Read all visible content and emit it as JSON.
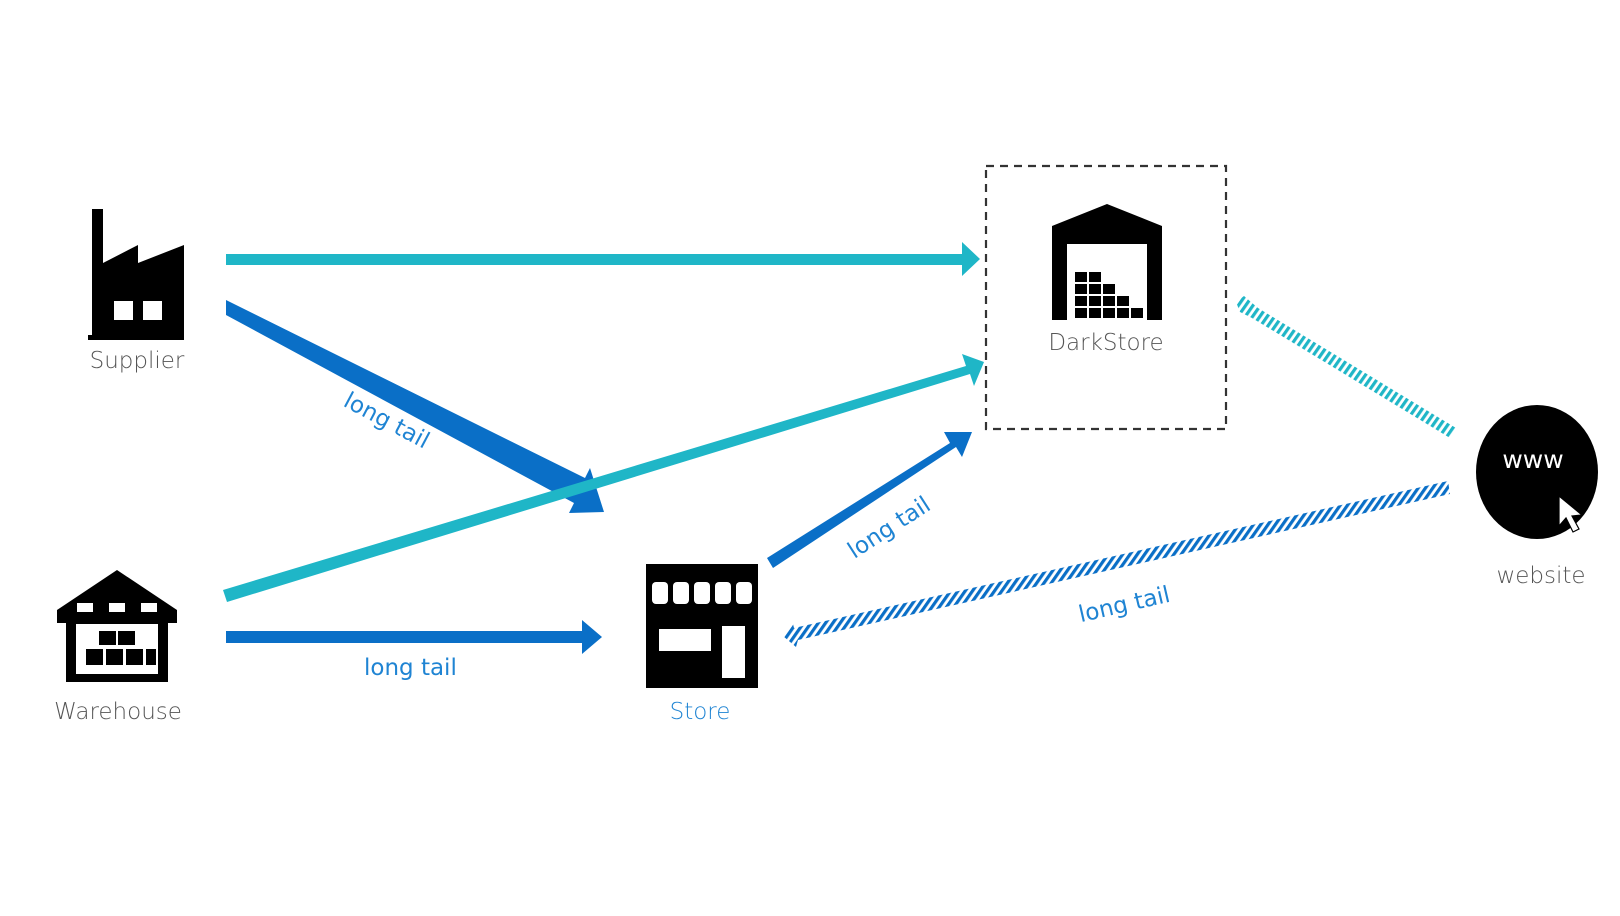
{
  "colors": {
    "primary_flow": "#1fb6c7",
    "long_tail_flow": "#0a6fc7",
    "icon": "#000000",
    "node_label": "#555555",
    "store_label": "#1f84d3",
    "edge_label": "#1f84d3",
    "container_border": "#333333"
  },
  "nodes": {
    "supplier": {
      "label": "Supplier",
      "icon": "factory-icon"
    },
    "warehouse": {
      "label": "Warehouse",
      "icon": "warehouse-boxes-icon"
    },
    "darkstore": {
      "label": "DarkStore",
      "icon": "warehouse-stacked-icon"
    },
    "store": {
      "label": "Store",
      "icon": "storefront-icon"
    },
    "website": {
      "label": "website",
      "icon": "www-cursor-icon",
      "icon_text": "www"
    }
  },
  "edges": [
    {
      "id": "supplier-to-darkstore",
      "from": "Supplier",
      "to": "DarkStore",
      "style": "solid",
      "color": "primary_flow",
      "label": ""
    },
    {
      "id": "supplier-to-store",
      "from": "Supplier",
      "to": "Store",
      "style": "solid",
      "color": "long_tail_flow",
      "label": "long tail"
    },
    {
      "id": "warehouse-to-darkstore",
      "from": "Warehouse",
      "to": "DarkStore",
      "style": "solid",
      "color": "primary_flow",
      "label": ""
    },
    {
      "id": "warehouse-to-store",
      "from": "Warehouse",
      "to": "Store",
      "style": "solid",
      "color": "long_tail_flow",
      "label": "long tail"
    },
    {
      "id": "store-to-darkstore",
      "from": "Store",
      "to": "DarkStore",
      "style": "solid",
      "color": "long_tail_flow",
      "label": "long tail"
    },
    {
      "id": "darkstore-website",
      "from": "DarkStore",
      "to": "website",
      "style": "hatched",
      "color": "primary_flow",
      "label": ""
    },
    {
      "id": "website-to-store",
      "from": "website",
      "to": "Store",
      "style": "hatched",
      "color": "long_tail_flow",
      "label": "long tail"
    }
  ],
  "labels": {
    "supplier_store": "long tail",
    "warehouse_store": "long tail",
    "store_darkstore": "long tail",
    "website_store": "long tail"
  }
}
